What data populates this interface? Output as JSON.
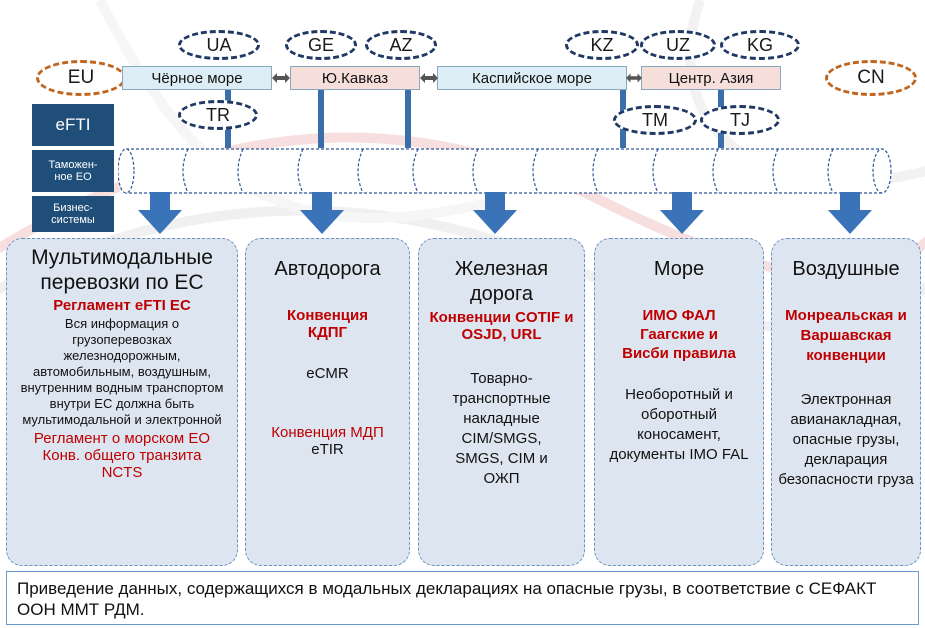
{
  "ovals_top": [
    "UA",
    "GE",
    "AZ",
    "KZ",
    "UZ",
    "KG"
  ],
  "ovals_bottom": [
    "TR",
    "TM",
    "TJ"
  ],
  "ovals_side": [
    "EU",
    "CN"
  ],
  "regions": [
    "Чёрное море",
    "Ю.Кавказ",
    "Каспийское море",
    "Центр. Азия"
  ],
  "side_labels": {
    "efti": "eFTI",
    "customs": "Таможен-\nное ЕО",
    "business": "Бизнес-\nсистемы"
  },
  "columns": {
    "multimodal": {
      "title": "Мультимодальные перевозки по ЕС",
      "reg1": "Регламент eFTI ЕС",
      "desc": "Вся информация о грузоперевозках железнодорожным, автомобильным, воздушным, внутренним водным транспортом внутри ЕС должна быть мультимодальной и электронной",
      "reg2": "Регламент о морском ЕО",
      "reg3": "Конв. общего транзита NCTS"
    },
    "road": {
      "title": "Автодорога",
      "conv": "Конвенция КДПГ",
      "doc": "eCMR",
      "conv2": "Конвенция МДП",
      "doc2": "eTIR"
    },
    "rail": {
      "title": "Железная дорога",
      "conv": "Конвенции COTIF и OSJD, URL",
      "desc": "Товарно-транспортные накладные CIM/SMGS, SMGS, CIM и ОЖП"
    },
    "sea": {
      "title": "Море",
      "conv": "ИМО ФАЛ Гаагские и Висби правила",
      "desc": "Необоротный и оборотный коносамент, документы IMO FAL"
    },
    "air": {
      "title": "Воздушные",
      "conv": "Монреальская и Варшавская конвенции",
      "desc": "Электронная авианакладная, опасные грузы, декларация безопасности груза"
    }
  },
  "footer": "Приведение данных, содержащихся в модальных декларациях на опасные грузы, в соответствие с СЕФАКТ ООН ММТ РДМ.",
  "colors": {
    "dark_blue": "#1f4e79",
    "red": "#c00000",
    "arrow": "#3a73b8",
    "oval_brown": "#c0651e"
  }
}
